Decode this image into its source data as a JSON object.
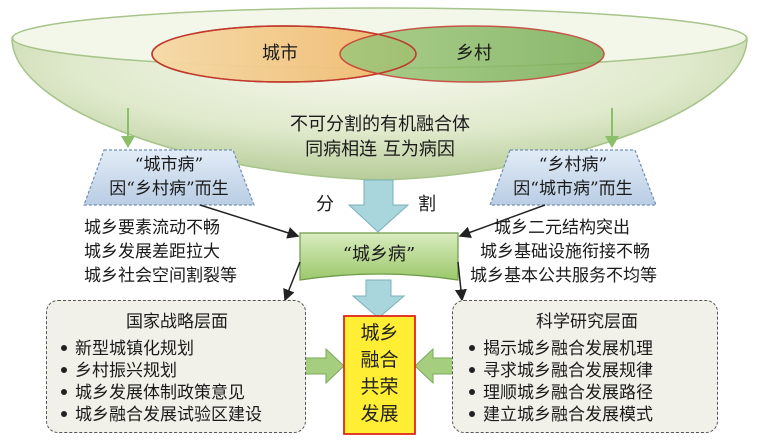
{
  "top": {
    "city": "城市",
    "rural": "乡村",
    "whole_line1": "不可分割的有机融合体",
    "whole_line2": "同病相连 互为病因"
  },
  "city_disease": {
    "line1": "“城市病”",
    "line2": "因“乡村病”而生"
  },
  "rural_disease": {
    "line1": "“乡村病”",
    "line2": "因“城市病”而生"
  },
  "split": {
    "left": "分",
    "right": "割"
  },
  "core": "“城乡病”",
  "left_causes": [
    "城乡要素流动不畅",
    "城乡发展差距拉大",
    "城乡社会空间割裂等"
  ],
  "right_causes": [
    "城乡二元结构突出",
    "城乡基础设施衔接不畅",
    "城乡基本公共服务不均等"
  ],
  "national": {
    "title": "国家战略层面",
    "items": [
      "新型城镇化规划",
      "乡村振兴规划",
      "城乡发展体制政策意见",
      "城乡融合发展试验区建设"
    ]
  },
  "research": {
    "title": "科学研究层面",
    "items": [
      "揭示城乡融合发展机理",
      "寻求城乡融合发展规律",
      "理顺城乡融合发展路径",
      "建立城乡融合发展模式"
    ]
  },
  "goal": [
    "城乡",
    "融合",
    "共荣",
    "发展"
  ],
  "colors": {
    "funnel_light": "#eef3e2",
    "funnel_dark": "#b9cf9a",
    "city_fill": "#f2c98a",
    "rural_fill": "#8fbf6a",
    "arrow_fill": "#a9d6dc",
    "core_fill": "#a8d07a",
    "goal_fill": "#ffee33",
    "goal_border": "#e0261b",
    "green_arrow": "#a5cf7f"
  }
}
